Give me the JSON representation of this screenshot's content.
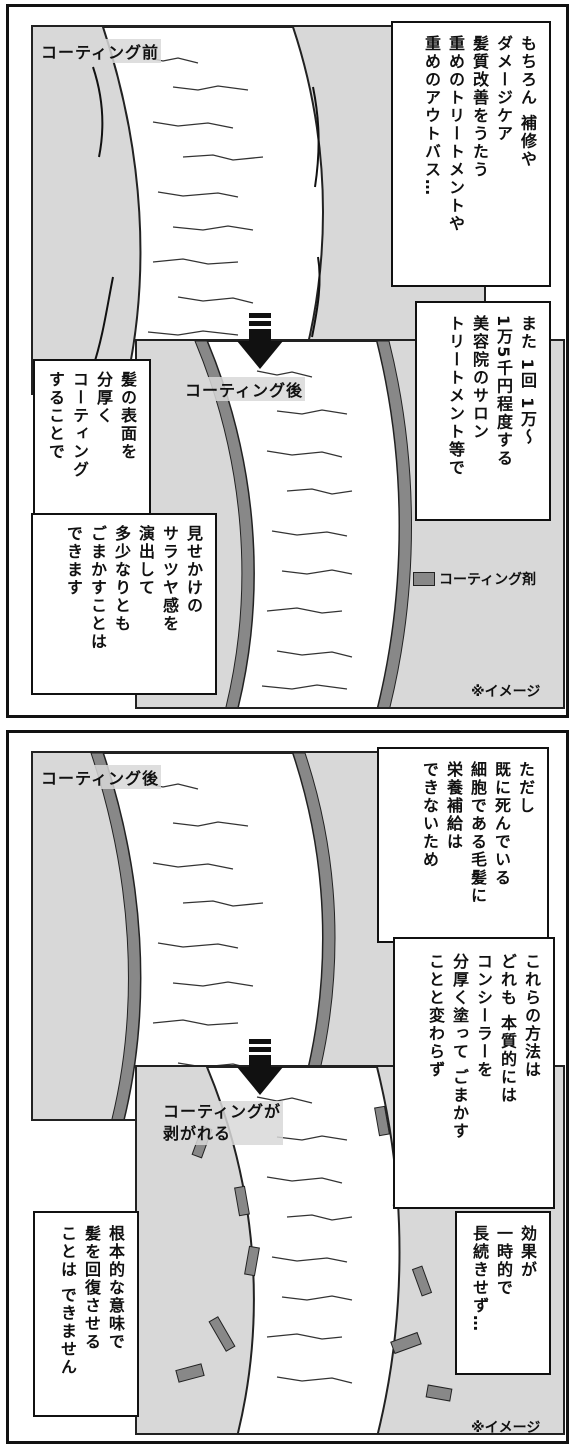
{
  "panel1": {
    "caption_before": "コーティング前",
    "caption_after": "コーティング後",
    "bubble_top_right": "もちろん 補修や\nダメージケア\n髪質改善をうたう\n重めのトリートメントや\n重めのアウトバス…",
    "bubble_mid_right": "また 1回 1万～\n1万5千円程度する\n美容院のサロン\nトリートメント等で",
    "bubble_left_top": "髪の表面を\n分厚く\nコーティング\nすることで",
    "bubble_left_bottom": "見せかけの\nサラツヤ感を\n演出して\n多少なりとも\nごまかすことは\nできます",
    "legend_label": "コーティング剤",
    "image_note": "※イメージ"
  },
  "panel2": {
    "caption_after": "コーティング後",
    "caption_peel": "コーティングが\n剥がれる",
    "bubble_top_right": "ただし\n既に死んでいる\n細胞である毛髪に\n栄養補給は\nできないため",
    "bubble_mid_right": "これらの方法は\nどれも 本質的には\nコンシーラーを\n分厚く塗って ごまかす\nことと変わらず",
    "bubble_right_bottom": "効果が\n一時的で\n長続きせず…",
    "bubble_left_bottom": "根本的な意味で\n髪を回復させる\nことは できません",
    "image_note": "※イメージ"
  },
  "colors": {
    "background": "#d8d8d8",
    "coating": "#888888",
    "ink": "#111111"
  }
}
